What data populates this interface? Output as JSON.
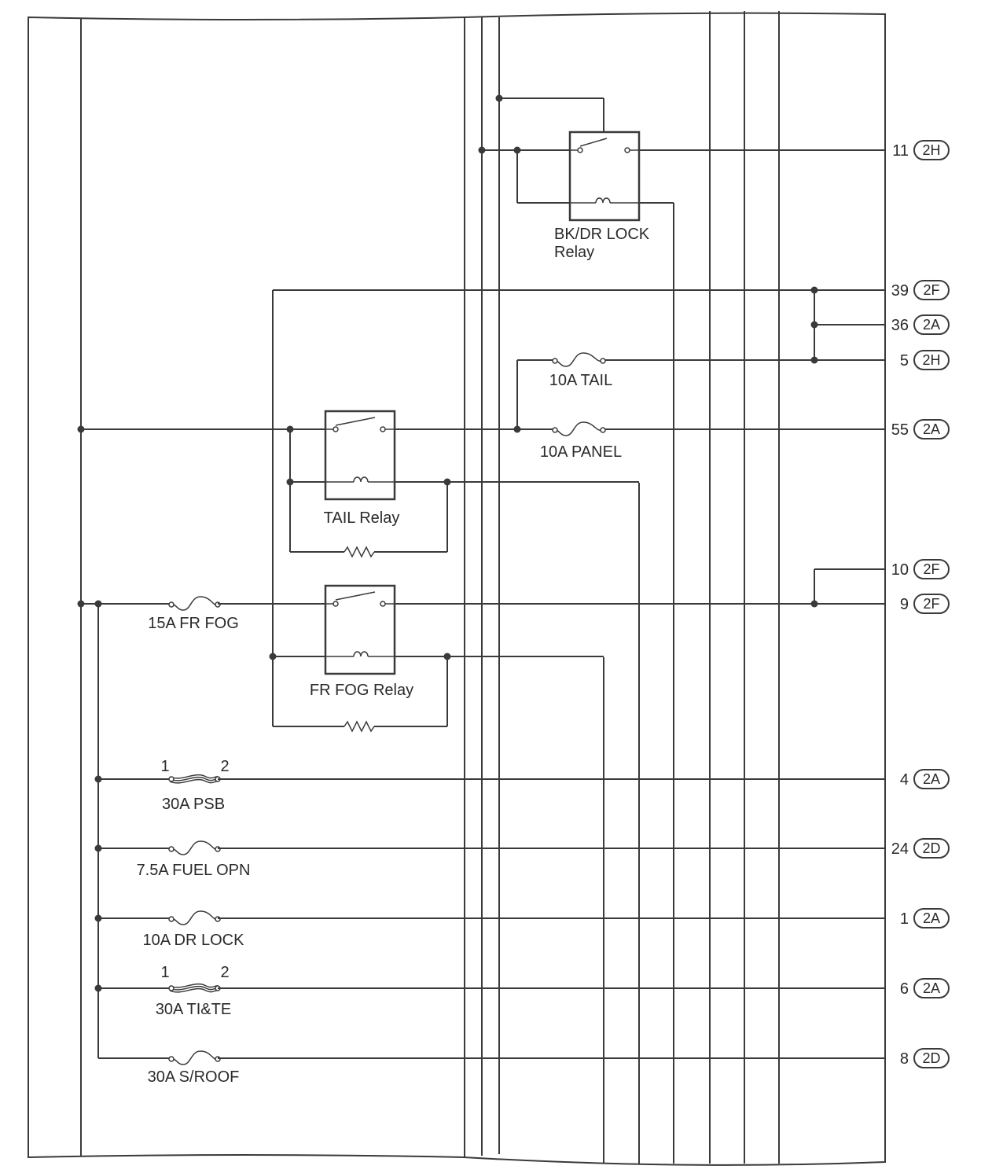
{
  "relays": {
    "bkdr_line1": "BK/DR LOCK",
    "bkdr_line2": "Relay",
    "tail": "TAIL Relay",
    "frfog": "FR FOG Relay"
  },
  "fuses": {
    "tail": "10A TAIL",
    "panel": "10A PANEL",
    "frfog": "15A FR FOG",
    "psb": "30A PSB",
    "psb_t1": "1",
    "psb_t2": "2",
    "fuelopn": "7.5A FUEL OPN",
    "drlock": "10A DR LOCK",
    "tite": "30A TI&TE",
    "tite_t1": "1",
    "tite_t2": "2",
    "sroof": "30A S/ROOF"
  },
  "connectors": [
    {
      "pin": "11",
      "conn": "2H"
    },
    {
      "pin": "39",
      "conn": "2F"
    },
    {
      "pin": "36",
      "conn": "2A"
    },
    {
      "pin": "5",
      "conn": "2H"
    },
    {
      "pin": "55",
      "conn": "2A"
    },
    {
      "pin": "10",
      "conn": "2F"
    },
    {
      "pin": "9",
      "conn": "2F"
    },
    {
      "pin": "4",
      "conn": "2A"
    },
    {
      "pin": "24",
      "conn": "2D"
    },
    {
      "pin": "1",
      "conn": "2A"
    },
    {
      "pin": "6",
      "conn": "2A"
    },
    {
      "pin": "8",
      "conn": "2D"
    }
  ]
}
